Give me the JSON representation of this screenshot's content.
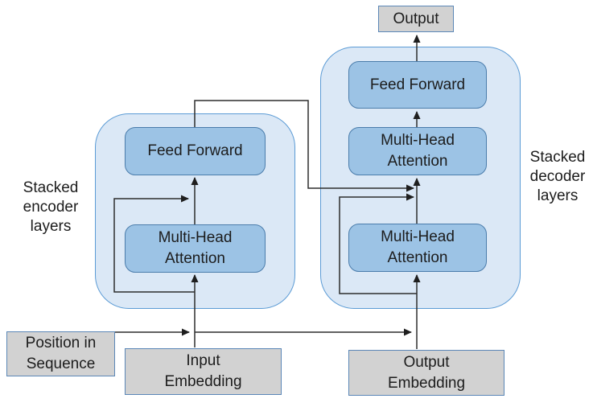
{
  "colors": {
    "container_fill": "#dbe8f6",
    "container_border": "#5b9bd5",
    "node_fill": "#9cc3e5",
    "node_border": "#4a7cab",
    "io_fill": "#d2d2d2",
    "io_border": "#5b87b7",
    "connector": "#2d2d2d",
    "text": "#1c1c1c"
  },
  "encoder": {
    "group_label": "Stacked\nencoder\nlayers",
    "feed_forward_label": "Feed Forward",
    "attention_label": "Multi-Head\nAttention"
  },
  "decoder": {
    "group_label": "Stacked\ndecoder\nlayers",
    "feed_forward_label": "Feed Forward",
    "cross_attention_label": "Multi-Head\nAttention",
    "self_attention_label": "Multi-Head\nAttention"
  },
  "io": {
    "output_label": "Output",
    "position_label": "Position in\nSequence",
    "input_embedding_label": "Input\nEmbedding",
    "output_embedding_label": "Output\nEmbedding"
  }
}
